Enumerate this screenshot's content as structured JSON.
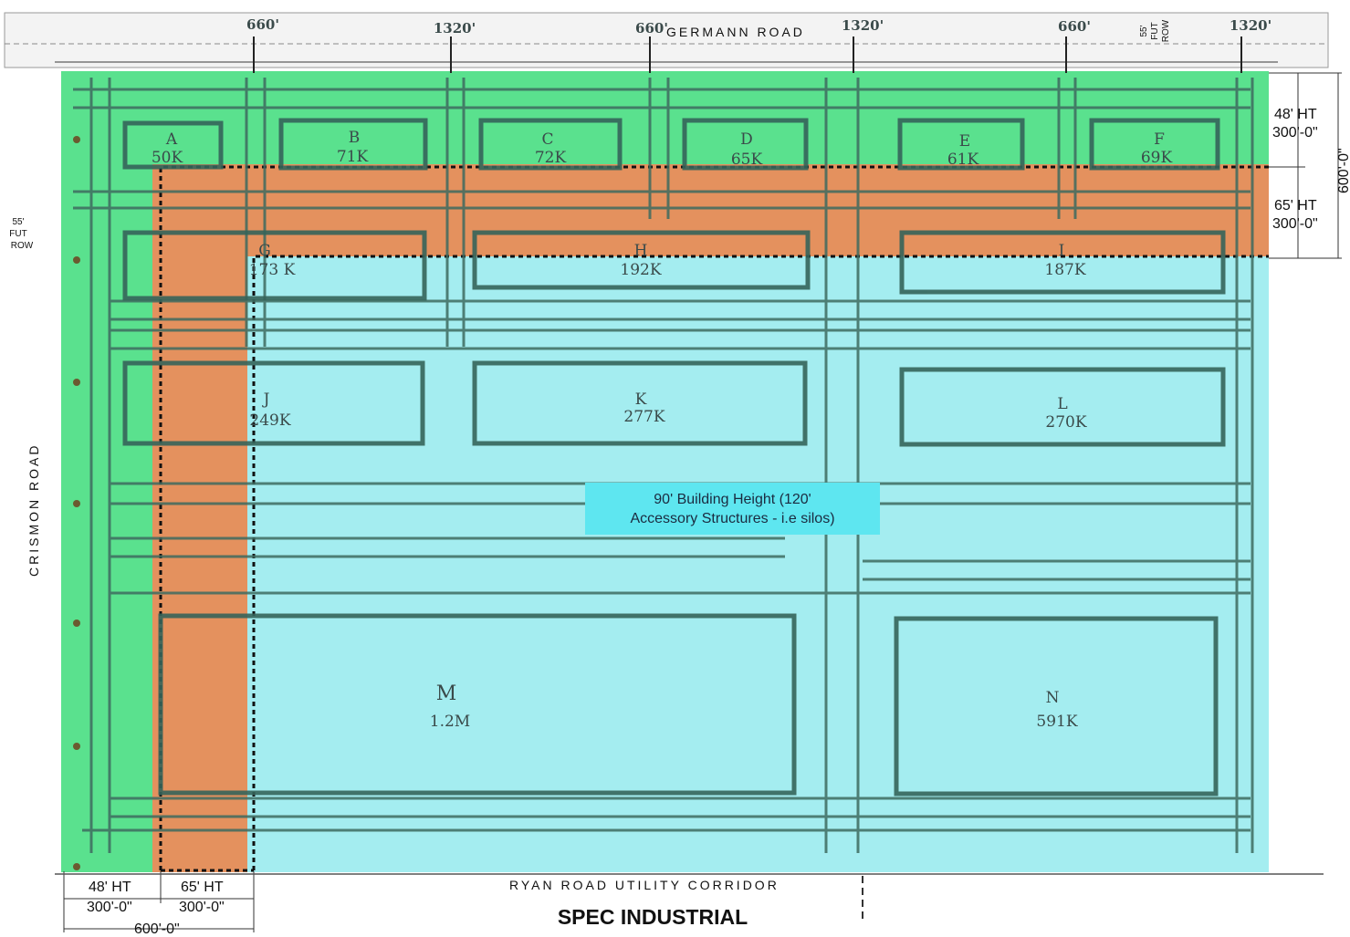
{
  "title": "SPEC INDUSTRIAL",
  "roads": {
    "north": "GERMANN ROAD",
    "south": "RYAN ROAD UTILITY CORRIDOR",
    "west": "CRISMON ROAD"
  },
  "row_notes": {
    "north": [
      "55'",
      "FUT",
      "ROW"
    ],
    "west": [
      "55'",
      "FUT",
      "ROW"
    ]
  },
  "top_marks": [
    "660'",
    "1320'",
    "660'",
    "1320'",
    "660'",
    "1320'"
  ],
  "zones": {
    "z48": {
      "height": "48' HT",
      "width": "300'-0\"",
      "color": "#3ddc7a"
    },
    "z65": {
      "height": "65' HT",
      "width": "300'-0\"",
      "color": "#f08a5a"
    },
    "z90": {
      "callout_line1": "90' Building Height (120'",
      "callout_line2": "Accessory Structures - i.e silos)",
      "color": "#9fecef"
    }
  },
  "overall_dim": "600'-0\"",
  "buildings": [
    {
      "id": "A",
      "area": "50K"
    },
    {
      "id": "B",
      "area": "71K"
    },
    {
      "id": "C",
      "area": "72K"
    },
    {
      "id": "D",
      "area": "65K"
    },
    {
      "id": "E",
      "area": "61K"
    },
    {
      "id": "F",
      "area": "69K"
    },
    {
      "id": "G",
      "area": "173 K"
    },
    {
      "id": "H",
      "area": "192K"
    },
    {
      "id": "I",
      "area": "187K"
    },
    {
      "id": "J",
      "area": "249K"
    },
    {
      "id": "K",
      "area": "277K"
    },
    {
      "id": "L",
      "area": "270K"
    },
    {
      "id": "M",
      "area": "1.2M"
    },
    {
      "id": "N",
      "area": "591K"
    }
  ]
}
